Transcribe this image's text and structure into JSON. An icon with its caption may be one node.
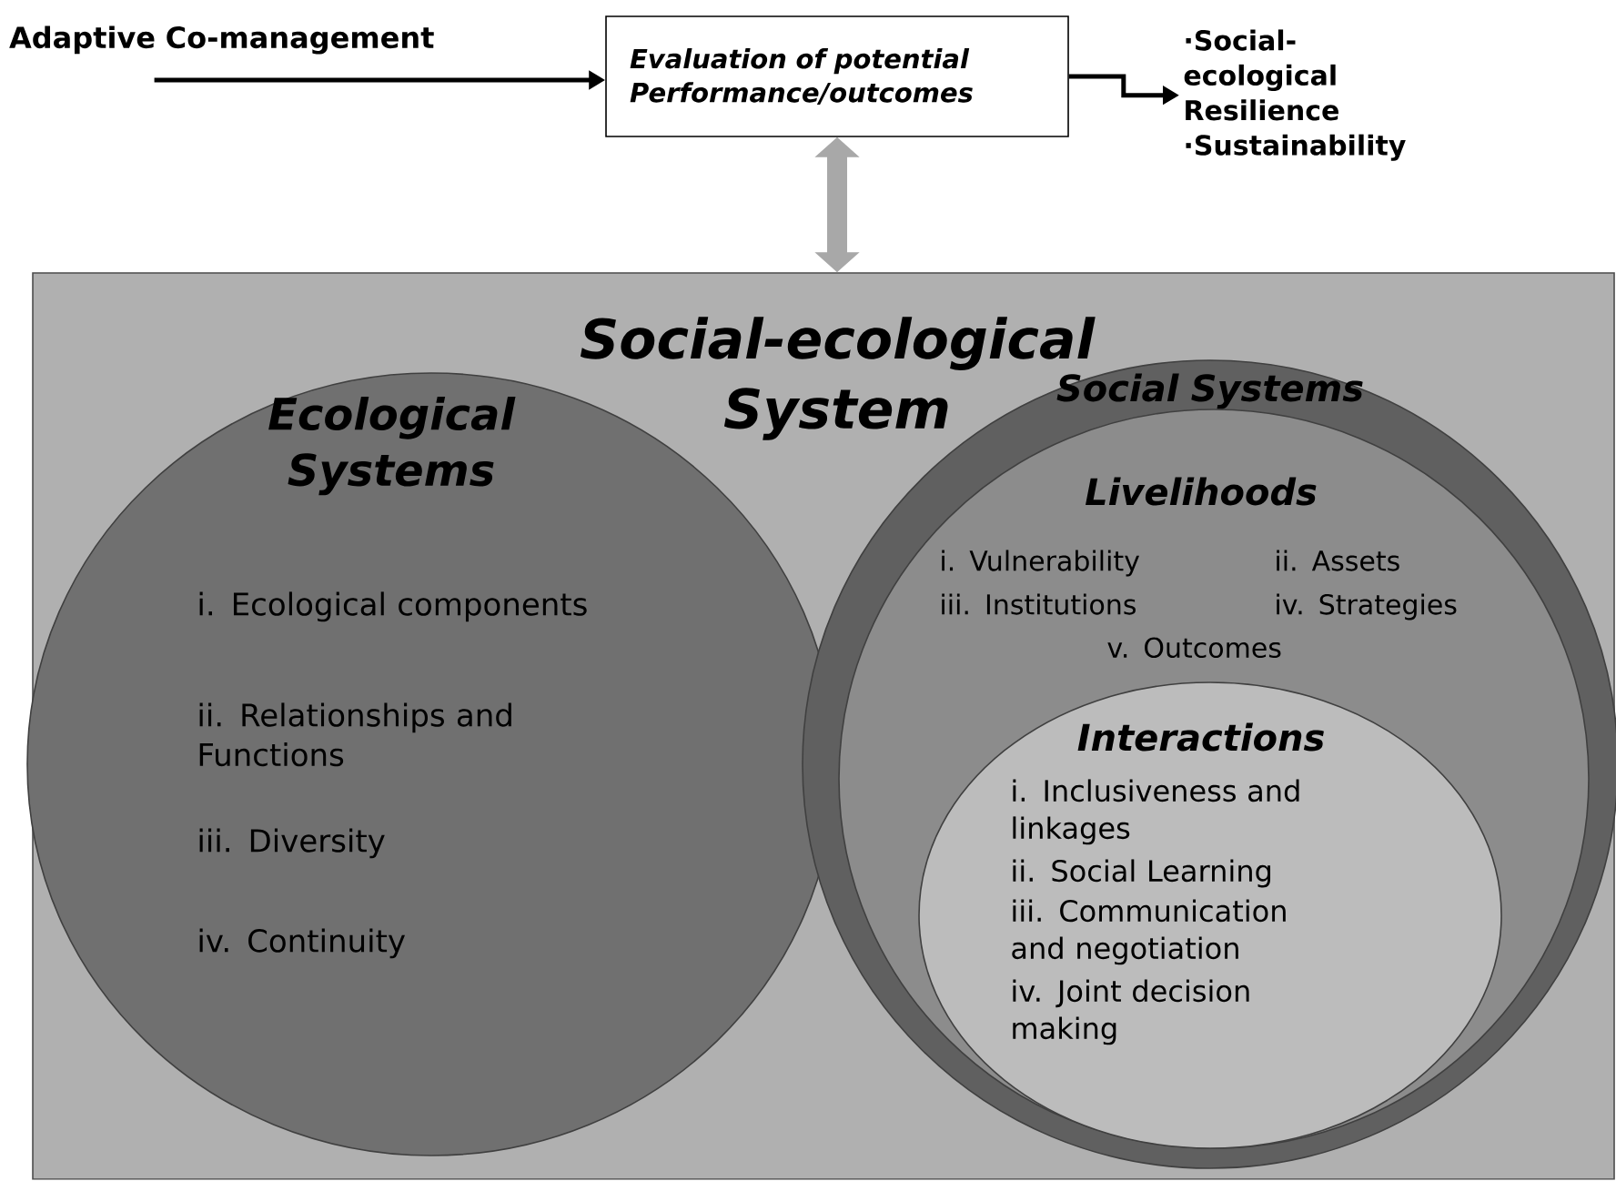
{
  "diagram": {
    "nodes": [
      {
        "text": [
          "Adaptive Co-management"
        ]
      },
      {
        "text": [
          "Evaluation of potential Performance/outcomes"
        ]
      },
      {
        "text": [
          "·Social-ecological Resilience",
          "·Sustainability"
        ]
      },
      {
        "text": [
          "Social-ecological System"
        ]
      },
      {
        "text": [
          "Ecological Systems",
          "i. Ecological components",
          "ii. Relationships and Functions",
          "iii. Diversity",
          "iv. Continuity"
        ],
        "in": 3
      },
      {
        "text": [
          "Social Systems"
        ],
        "in": 3
      },
      {
        "text": [
          "Livelihoods",
          "i. Vulnerability",
          "ii. Assets",
          "iii. Institutions",
          "iv. Strategies",
          "v. Outcomes"
        ],
        "in": 5
      },
      {
        "text": [
          "Interactions",
          "i. Inclusiveness and linkages",
          "ii. Social Learning",
          "iii. Communication and negotiation",
          "iv. Joint decision making"
        ],
        "in": 6
      }
    ],
    "edges": [
      {
        "from": 0,
        "to": 1,
        "arrow": "to"
      },
      {
        "from": 1,
        "to": 2,
        "arrow": "to"
      },
      {
        "from": 1,
        "to": 3,
        "arrow": "both",
        "style": "thick",
        "color": "#a8a8a8"
      }
    ]
  }
}
